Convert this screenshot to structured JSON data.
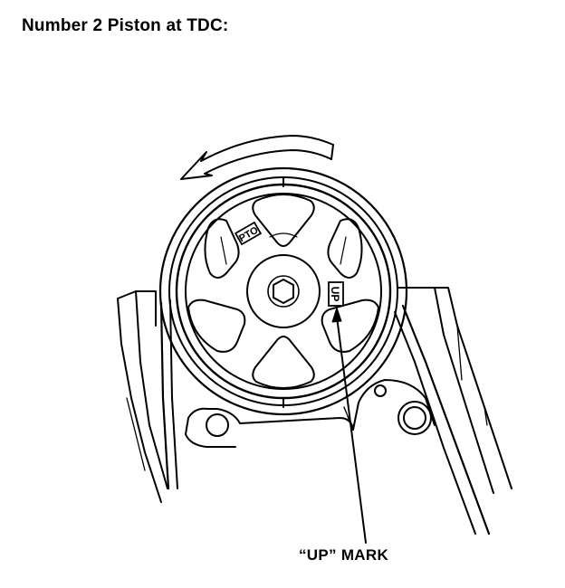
{
  "title": "Number 2 Piston at TDC:",
  "callout": "“UP” MARK",
  "marks": {
    "timing_mark": "PTO",
    "up_mark": "UP"
  },
  "colors": {
    "ink": "#000000",
    "paper": "#ffffff"
  },
  "icons": {
    "rotation": "curved-arrow-left-icon",
    "bolt": "hex-bolt-icon"
  }
}
